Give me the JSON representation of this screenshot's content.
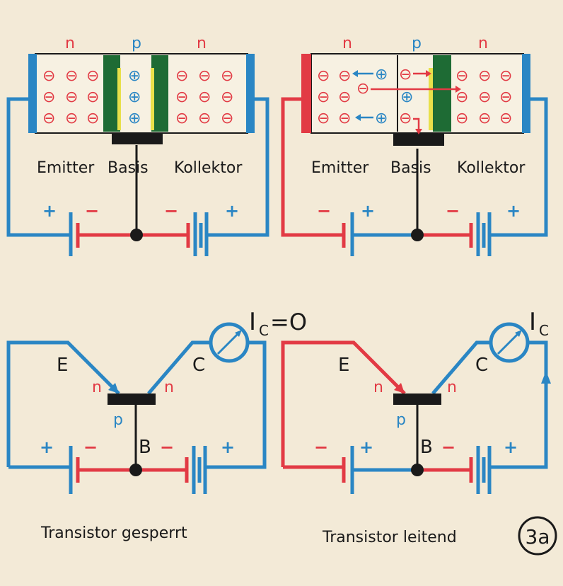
{
  "colors": {
    "paper": "#f3ead7",
    "blue": "#2a86c4",
    "red": "#e23a44",
    "green": "#1e6b34",
    "yellow": "#e8e04a",
    "black": "#1a1a1a"
  },
  "left_top": {
    "region_labels": [
      "n",
      "p",
      "n"
    ],
    "terminal_labels": {
      "emitter": "Emitter",
      "basis": "Basis",
      "kollektor": "Kollektor"
    },
    "battery_signs": [
      "+",
      "−",
      "−",
      "+"
    ],
    "charge_minus": "⊖",
    "charge_plus": "⊕"
  },
  "right_top": {
    "region_labels": [
      "n",
      "p",
      "n"
    ],
    "terminal_labels": {
      "emitter": "Emitter",
      "basis": "Basis",
      "kollektor": "Kollektor"
    },
    "battery_signs": [
      "−",
      "+",
      "−",
      "+"
    ]
  },
  "left_bottom": {
    "meter_label": "I",
    "meter_sub": "C",
    "meter_value": "=O",
    "pin_e": "E",
    "pin_c": "C",
    "pin_b": "B",
    "region_n1": "n",
    "region_n2": "n",
    "region_p": "p",
    "battery_signs": [
      "+",
      "−",
      "−",
      "+"
    ],
    "caption": "Transistor gesperrt"
  },
  "right_bottom": {
    "meter_label": "I",
    "meter_sub": "C",
    "pin_e": "E",
    "pin_c": "C",
    "pin_b": "B",
    "region_n1": "n",
    "region_n2": "n",
    "region_p": "p",
    "battery_signs": [
      "−",
      "+",
      "−",
      "+"
    ],
    "caption": "Transistor leitend"
  },
  "figure_number": "3a"
}
